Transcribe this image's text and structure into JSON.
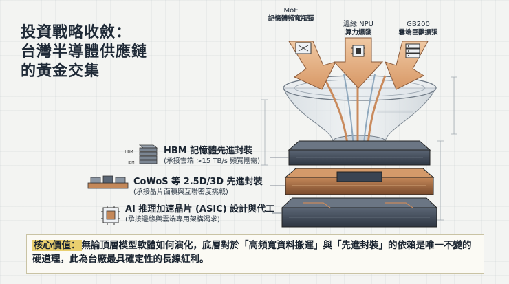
{
  "title": {
    "line1": "投資戰略收斂：",
    "line2": "台灣半導體供應鏈",
    "line3": "的黃金交集"
  },
  "inputs": [
    {
      "name": "MoE",
      "desc": "記憶體頻寬瓶頸",
      "icon": "memory-bottleneck-icon"
    },
    {
      "name": "邊緣 NPU",
      "desc": "算力爆發",
      "icon": "chip-icon"
    },
    {
      "name": "GB200",
      "desc": "雲端巨獸擴張",
      "icon": "server-icon"
    }
  ],
  "layers": [
    {
      "title": "HBM 記憶體先進封裝",
      "desc": "(承接雲端 >15 TB/s 頻寬剛需)",
      "icon": "hbm-stack-icon",
      "tags": [
        "HBM",
        "HBM"
      ]
    },
    {
      "title": "CoWoS 等 2.5D/3D 先進封裝",
      "desc": "(承接晶片面積與互聯密度挑戰)",
      "icon": "cowos-package-icon"
    },
    {
      "title": "AI 推理加速晶片 (ASIC) 設計與代工",
      "desc": "(承接邊緣與雲端專用架構渴求)",
      "icon": "asic-chip-icon"
    }
  ],
  "note": {
    "key": "核心價值：",
    "text": "無論頂層模型軟體如何演化，底層對於「高頻寬資料搬運」與「先進封裝」的依賴是唯一不變的硬道理，此為台廠最具確定性的長線紅利。"
  },
  "colors": {
    "accent": "#e9cf6f",
    "arrow": "#d9a47a",
    "copper": "#b8794a",
    "dark_layer": "#3d4756"
  }
}
